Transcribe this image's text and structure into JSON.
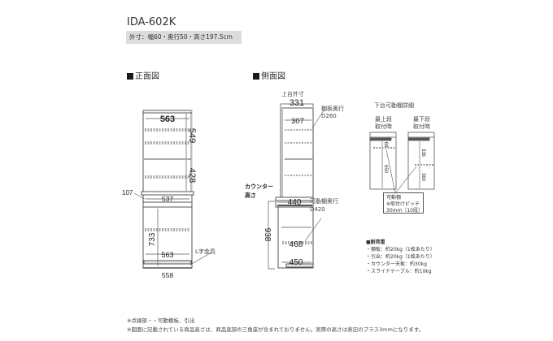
{
  "header": {
    "model": "IDA-602K",
    "specs": "外寸：幅60・奥行50・高さ197.5cm"
  },
  "front_view": {
    "title": "正面図",
    "dims": {
      "top_inner_width": "563",
      "upper_shelf_height": "549",
      "lower_shelf_height": "428",
      "drawer_height": "107",
      "drawer_width": "537",
      "base_height": "733",
      "base_inner_width": "563",
      "base_bottom_width": "558"
    },
    "bracket_label": "L字金具"
  },
  "side_view": {
    "title": "側面図",
    "upper_outer_label": "上台外寸",
    "upper_outer_depth": "331",
    "upper_inner_depth": "307",
    "shelf_depth_label": "棚板奥行",
    "shelf_depth_value": "D260",
    "counter_label_line1": "カウンター",
    "counter_label_line2": "高さ",
    "counter_height": "938",
    "drawer_depth": "440",
    "movable_shelf_label": "可動棚奥行",
    "movable_shelf_value": "D420",
    "base_inner_depth": "468",
    "base_bottom_depth": "450"
  },
  "detail": {
    "title": "下台可動棚詳細",
    "top_pos_label_line1": "最上段",
    "top_pos_label_line2": "取付時",
    "bottom_pos_label_line1": "最下段",
    "bottom_pos_label_line2": "取付時",
    "top_gap": "68",
    "top_height": "650",
    "bottom_upper": "336",
    "bottom_lower": "360",
    "pitch_line1": "可動棚",
    "pitch_line2": "※取付けピッチ",
    "pitch_line3": "30mm（10段）"
  },
  "loads": {
    "title": "■耐荷重",
    "items": [
      "・棚板：約20kg（1枚あたり）",
      "・引出：約20kg（1枚あたり）",
      "・カウンター天板：約30kg",
      "・スライドテーブル：約10kg"
    ]
  },
  "footnotes": [
    "※点線部・・可動棚板、引出",
    "※図面に記載されている商品高さは、商品底部の三角座が含まれておりません。実際の高さは表記のプラス3mmになります。"
  ],
  "colors": {
    "line": "#555555",
    "panel": "#bfbfbf",
    "spec_bg": "#dcdcdc",
    "text": "#333333"
  }
}
